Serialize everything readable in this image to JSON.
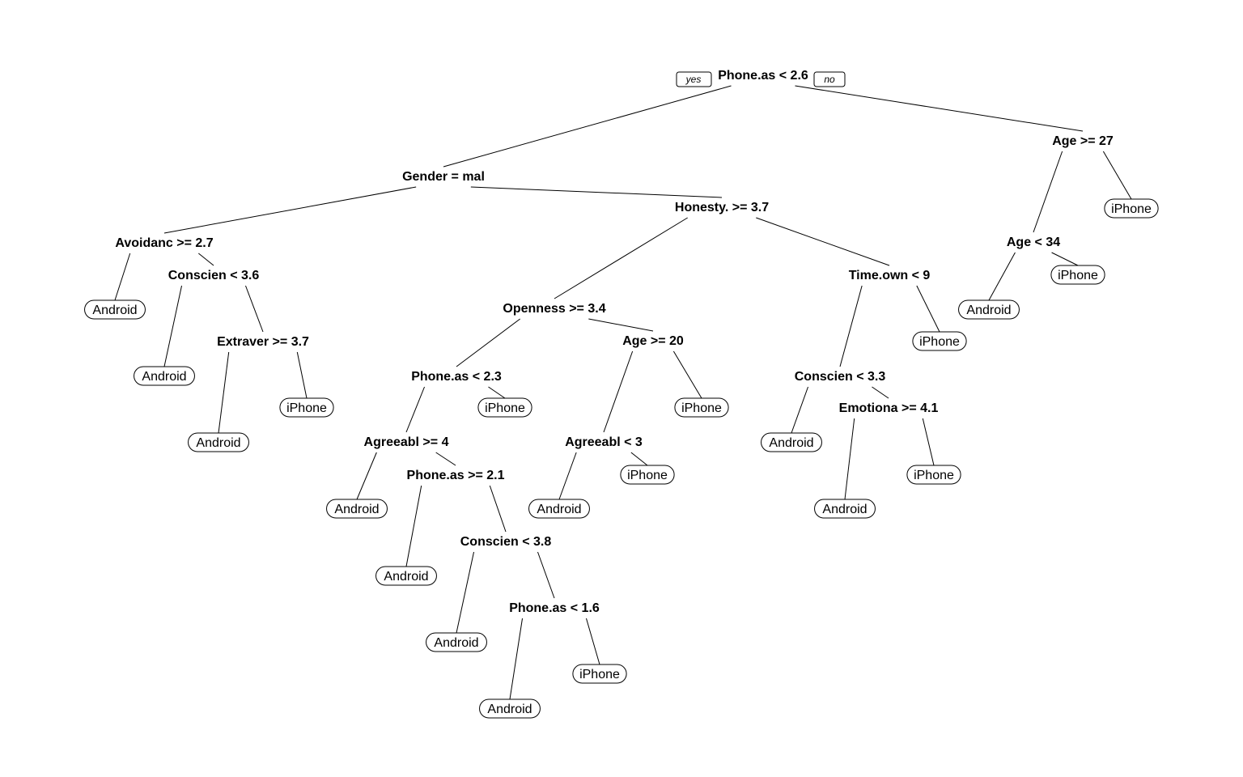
{
  "tree": {
    "branch_labels": {
      "left": "yes",
      "right": "no"
    },
    "root": {
      "label": "Phone.as < 2.6",
      "children": [
        {
          "label": "Gender = mal",
          "children": [
            {
              "label": "Avoidanc >= 2.7",
              "children": [
                {
                  "leaf": "Android"
                },
                {
                  "label": "Conscien < 3.6",
                  "children": [
                    {
                      "leaf": "Android"
                    },
                    {
                      "label": "Extraver >= 3.7",
                      "children": [
                        {
                          "leaf": "Android"
                        },
                        {
                          "leaf": "iPhone"
                        }
                      ]
                    }
                  ]
                }
              ]
            },
            {
              "label": "Honesty. >= 3.7",
              "children": [
                {
                  "label": "Openness >= 3.4",
                  "children": [
                    {
                      "label": "Phone.as < 2.3",
                      "children": [
                        {
                          "label": "Agreeabl >= 4",
                          "children": [
                            {
                              "leaf": "Android"
                            },
                            {
                              "label": "Phone.as >= 2.1",
                              "children": [
                                {
                                  "leaf": "Android"
                                },
                                {
                                  "label": "Conscien < 3.8",
                                  "children": [
                                    {
                                      "leaf": "Android"
                                    },
                                    {
                                      "label": "Phone.as < 1.6",
                                      "children": [
                                        {
                                          "leaf": "Android"
                                        },
                                        {
                                          "leaf": "iPhone"
                                        }
                                      ]
                                    }
                                  ]
                                }
                              ]
                            }
                          ]
                        },
                        {
                          "leaf": "iPhone"
                        }
                      ]
                    },
                    {
                      "label": "Age >= 20",
                      "children": [
                        {
                          "label": "Agreeabl < 3",
                          "children": [
                            {
                              "leaf": "Android"
                            },
                            {
                              "leaf": "iPhone"
                            }
                          ]
                        },
                        {
                          "leaf": "iPhone"
                        }
                      ]
                    }
                  ]
                },
                {
                  "label": "Time.own < 9",
                  "children": [
                    {
                      "label": "Conscien < 3.3",
                      "children": [
                        {
                          "leaf": "Android"
                        },
                        {
                          "label": "Emotiona >= 4.1",
                          "children": [
                            {
                              "leaf": "Android"
                            },
                            {
                              "leaf": "iPhone"
                            }
                          ]
                        }
                      ]
                    },
                    {
                      "leaf": "iPhone"
                    }
                  ]
                }
              ]
            }
          ]
        },
        {
          "label": "Age >= 27",
          "children": [
            {
              "label": "Age < 34",
              "children": [
                {
                  "leaf": "Android"
                },
                {
                  "leaf": "iPhone"
                }
              ]
            },
            {
              "leaf": "iPhone"
            }
          ]
        }
      ]
    }
  }
}
